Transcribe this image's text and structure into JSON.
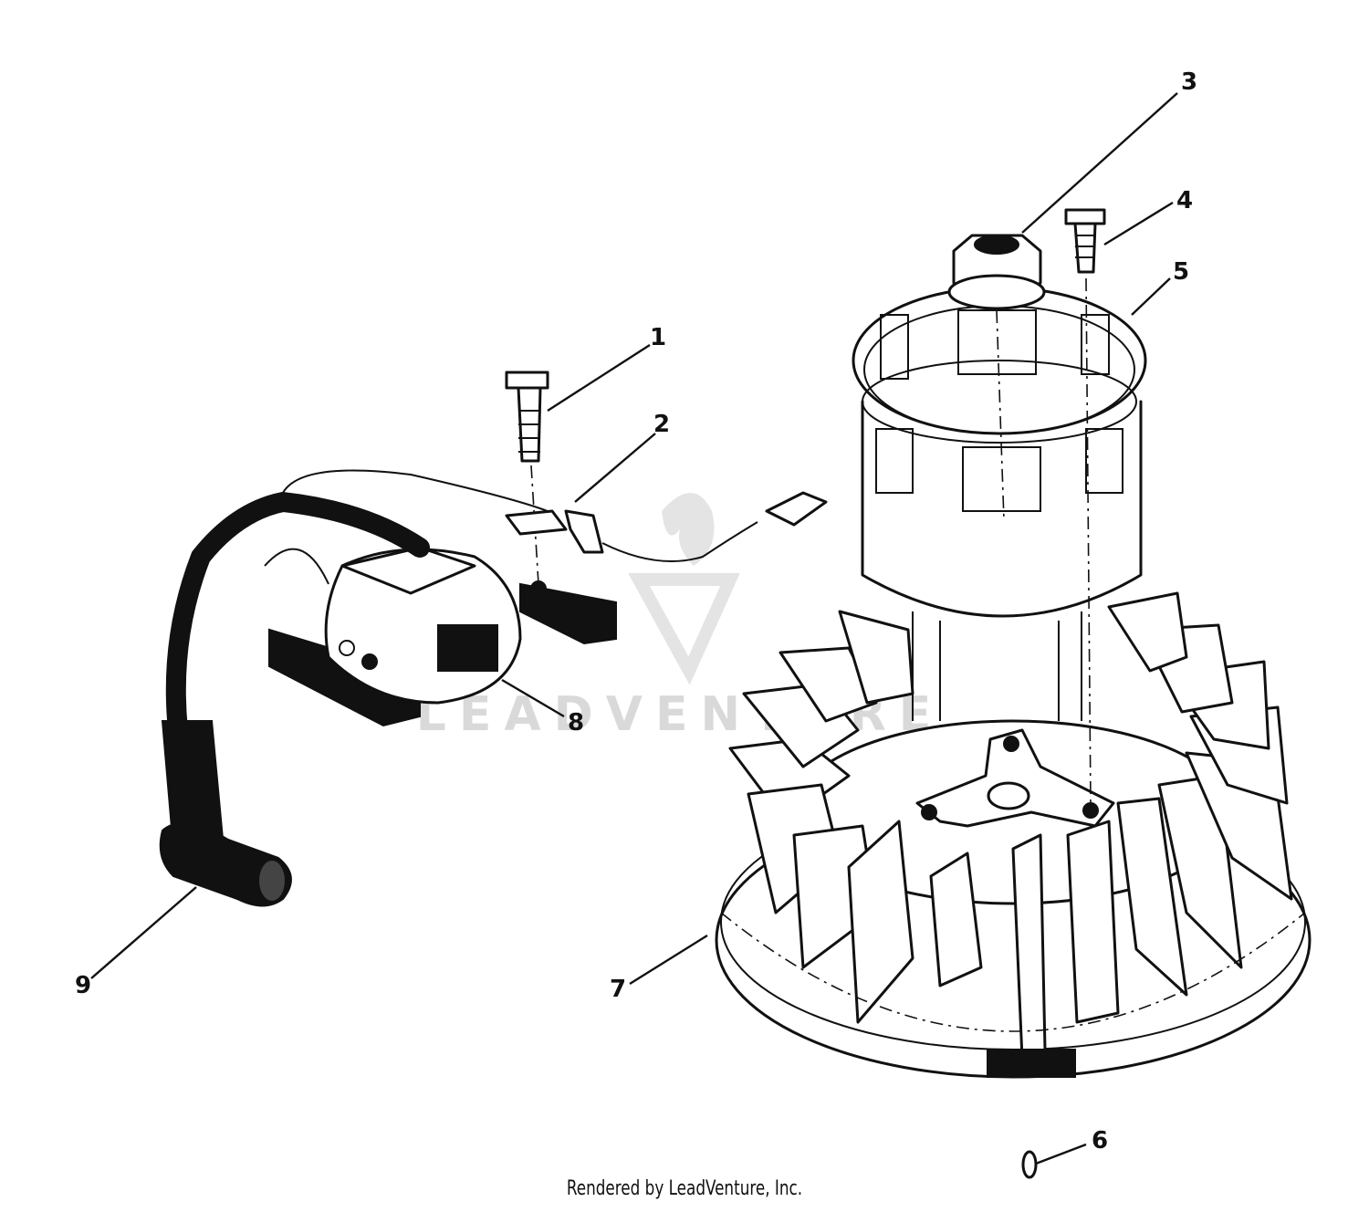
{
  "diagram": {
    "callouts": [
      {
        "id": "1",
        "label": "1"
      },
      {
        "id": "2",
        "label": "2"
      },
      {
        "id": "3",
        "label": "3"
      },
      {
        "id": "4",
        "label": "4"
      },
      {
        "id": "5",
        "label": "5"
      },
      {
        "id": "6",
        "label": "6"
      },
      {
        "id": "7",
        "label": "7"
      },
      {
        "id": "8",
        "label": "8"
      },
      {
        "id": "9",
        "label": "9"
      }
    ]
  },
  "watermark": {
    "text": "LEADVENTURE"
  },
  "footer": {
    "text": "Rendered by LeadVenture, Inc."
  }
}
